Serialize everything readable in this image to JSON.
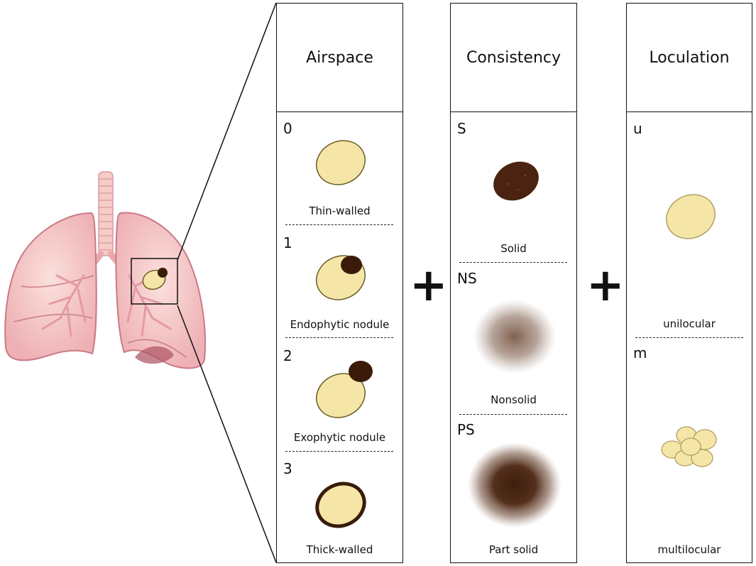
{
  "columns": [
    {
      "title": "Airspace",
      "categories": [
        {
          "code": "0",
          "label": "Thin-walled",
          "icon": "thin-walled-cyst-icon"
        },
        {
          "code": "1",
          "label": "Endophytic nodule",
          "icon": "endophytic-nodule-icon"
        },
        {
          "code": "2",
          "label": "Exophytic nodule",
          "icon": "exophytic-nodule-icon"
        },
        {
          "code": "3",
          "label": "Thick-walled",
          "icon": "thick-walled-cyst-icon"
        }
      ]
    },
    {
      "title": "Consistency",
      "categories": [
        {
          "code": "S",
          "label": "Solid",
          "icon": "solid-nodule-icon"
        },
        {
          "code": "NS",
          "label": "Nonsolid",
          "icon": "nonsolid-nodule-icon"
        },
        {
          "code": "PS",
          "label": "Part solid",
          "icon": "part-solid-nodule-icon"
        }
      ]
    },
    {
      "title": "Loculation",
      "categories": [
        {
          "code": "u",
          "label": "unilocular",
          "icon": "unilocular-cyst-icon"
        },
        {
          "code": "m",
          "label": "multilocular",
          "icon": "multilocular-cyst-icon"
        }
      ]
    }
  ],
  "operators": [
    "+",
    "+"
  ],
  "colors": {
    "cyst_fill": "#f5e6a8",
    "cyst_stroke": "#8a7a3a",
    "nodule": "#4a2410",
    "lung": "#f3c1c1",
    "lung_dark": "#d98a96",
    "border": "#111111"
  },
  "icons": {
    "lung": "lungs-illustration",
    "zoom": "zoom-box-icon"
  }
}
